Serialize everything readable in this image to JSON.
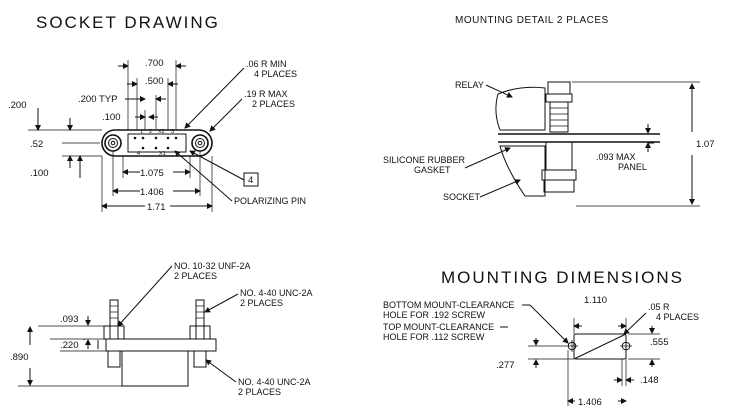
{
  "socket": {
    "title": "SOCKET DRAWING",
    "dim_700": ".700",
    "dim_500": ".500",
    "dim_200_typ": ".200 TYP",
    "dim_200": ".200",
    "dim_100_top": ".100",
    "dim_52": ".52",
    "dim_100_bot": ".100",
    "dim_1075": "1.075",
    "dim_1406": "1.406",
    "dim_171": "1.71",
    "note_r_min_1": ".06 R MIN",
    "note_r_min_2": "4 PLACES",
    "note_r_max_1": ".19 R MAX",
    "note_r_max_2": "2 PLACES",
    "box_label": "4",
    "polarizing_pin": "POLARIZING PIN",
    "pin_labels": [
      "1",
      "2",
      "X2",
      "3",
      "4",
      "X1"
    ]
  },
  "mounting_detail": {
    "title": "MOUNTING DETAIL 2 PLACES",
    "relay": "RELAY",
    "gasket_1": "SILICONE RUBBER",
    "gasket_2": "GASKET",
    "socket": "SOCKET",
    "panel_1": ".093 MAX",
    "panel_2": "PANEL",
    "dim_107": "1.07"
  },
  "side_view": {
    "screw_1": "NO. 10-32 UNF-2A",
    "screw_1b": "2 PLACES",
    "screw_2": "NO. 4-40 UNC-2A",
    "screw_2b": "2 PLACES",
    "screw_3": "NO. 4-40 UNC-2A",
    "screw_3b": "2 PLACES",
    "dim_093": ".093",
    "dim_220": ".220",
    "dim_890": ".890"
  },
  "mounting_dims": {
    "title": "MOUNTING DIMENSIONS",
    "note_bottom_1": "BOTTOM MOUNT-CLEARANCE",
    "note_bottom_2": "HOLE FOR .192 SCREW",
    "note_top_1": "TOP MOUNT-CLEARANCE",
    "note_top_2": "HOLE FOR .112 SCREW",
    "dim_1110": "1.110",
    "note_r_1": ".05 R",
    "note_r_2": "4 PLACES",
    "dim_555": ".555",
    "dim_277": ".277",
    "dim_148": ".148",
    "dim_1406": "1.406"
  }
}
